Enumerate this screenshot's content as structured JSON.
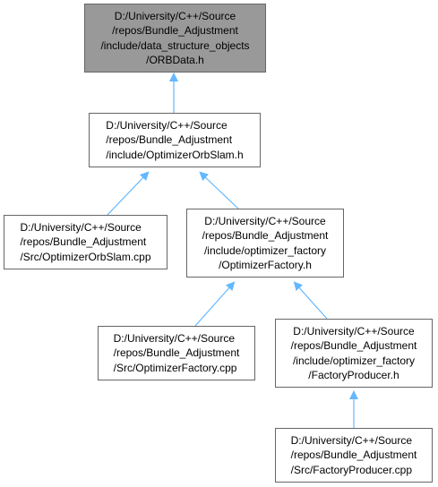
{
  "graph": {
    "colors": {
      "edge": "#63b8ff",
      "node_border": "#666666",
      "focus_fill": "#999999",
      "node_fill": "#ffffff"
    },
    "nodes": {
      "orbdata": {
        "label": "D:/University/C++/Source\n/repos/Bundle_Adjustment\n/include/data_structure_objects\n/ORBData.h"
      },
      "optimizer_orbslam_h": {
        "label": "D:/University/C++/Source\n/repos/Bundle_Adjustment\n/include/OptimizerOrbSlam.h"
      },
      "optimizer_orbslam_cpp": {
        "label": "D:/University/C++/Source\n/repos/Bundle_Adjustment\n/Src/OptimizerOrbSlam.cpp"
      },
      "optimizer_factory_h": {
        "label": "D:/University/C++/Source\n/repos/Bundle_Adjustment\n/include/optimizer_factory\n/OptimizerFactory.h"
      },
      "optimizer_factory_cpp": {
        "label": "D:/University/C++/Source\n/repos/Bundle_Adjustment\n/Src/OptimizerFactory.cpp"
      },
      "factory_producer_h": {
        "label": "D:/University/C++/Source\n/repos/Bundle_Adjustment\n/include/optimizer_factory\n/FactoryProducer.h"
      },
      "factory_producer_cpp": {
        "label": "D:/University/C++/Source\n/repos/Bundle_Adjustment\n/Src/FactoryProducer.cpp"
      }
    }
  }
}
